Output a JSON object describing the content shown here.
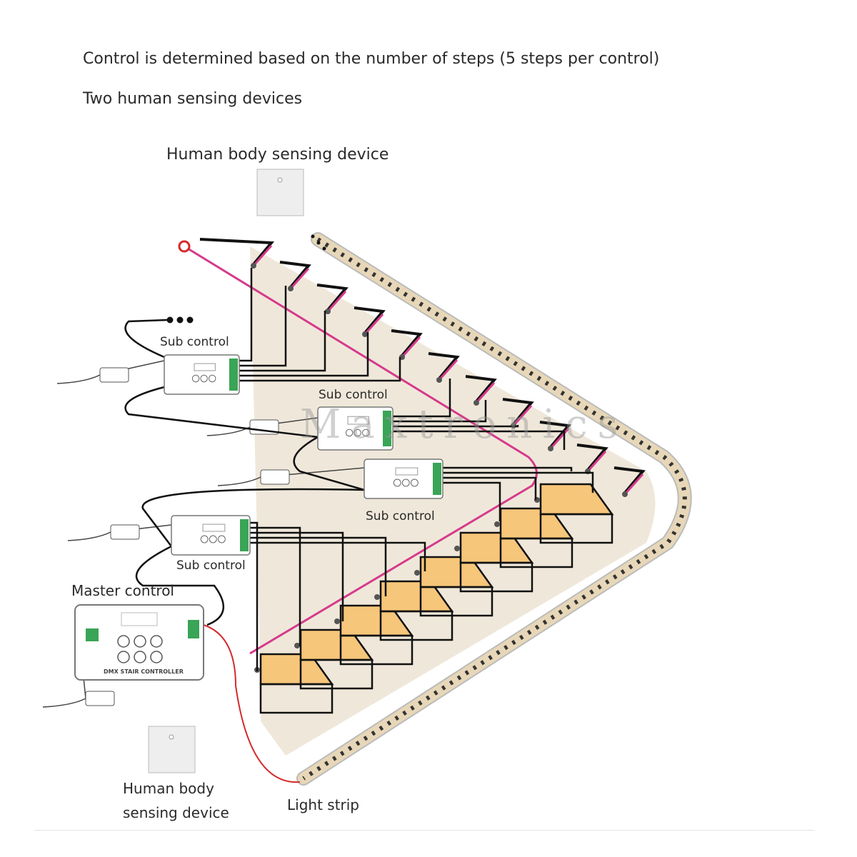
{
  "header": {
    "line1": "Control is determined based on the number of steps (5 steps per control)",
    "line2": "Two human sensing devices"
  },
  "labels": {
    "sensor_top": "Human body sensing device",
    "sub1": "Sub control",
    "sub2": "Sub control",
    "sub3": "Sub control",
    "sub4": "Sub control",
    "master": "Master control",
    "master_device_text": "DMX STAIR CONTROLLER",
    "sensor_bottom_1": "Human body",
    "sensor_bottom_2": "sensing device",
    "light_strip": "Light strip"
  },
  "watermark": "Maxtronics",
  "colors": {
    "wall": "#efe8da",
    "tread": "#f6c67a",
    "pink": "#d63a8c",
    "red": "#d42a2a",
    "terminal": "#3aa457",
    "strip": "#e7d7b8"
  }
}
